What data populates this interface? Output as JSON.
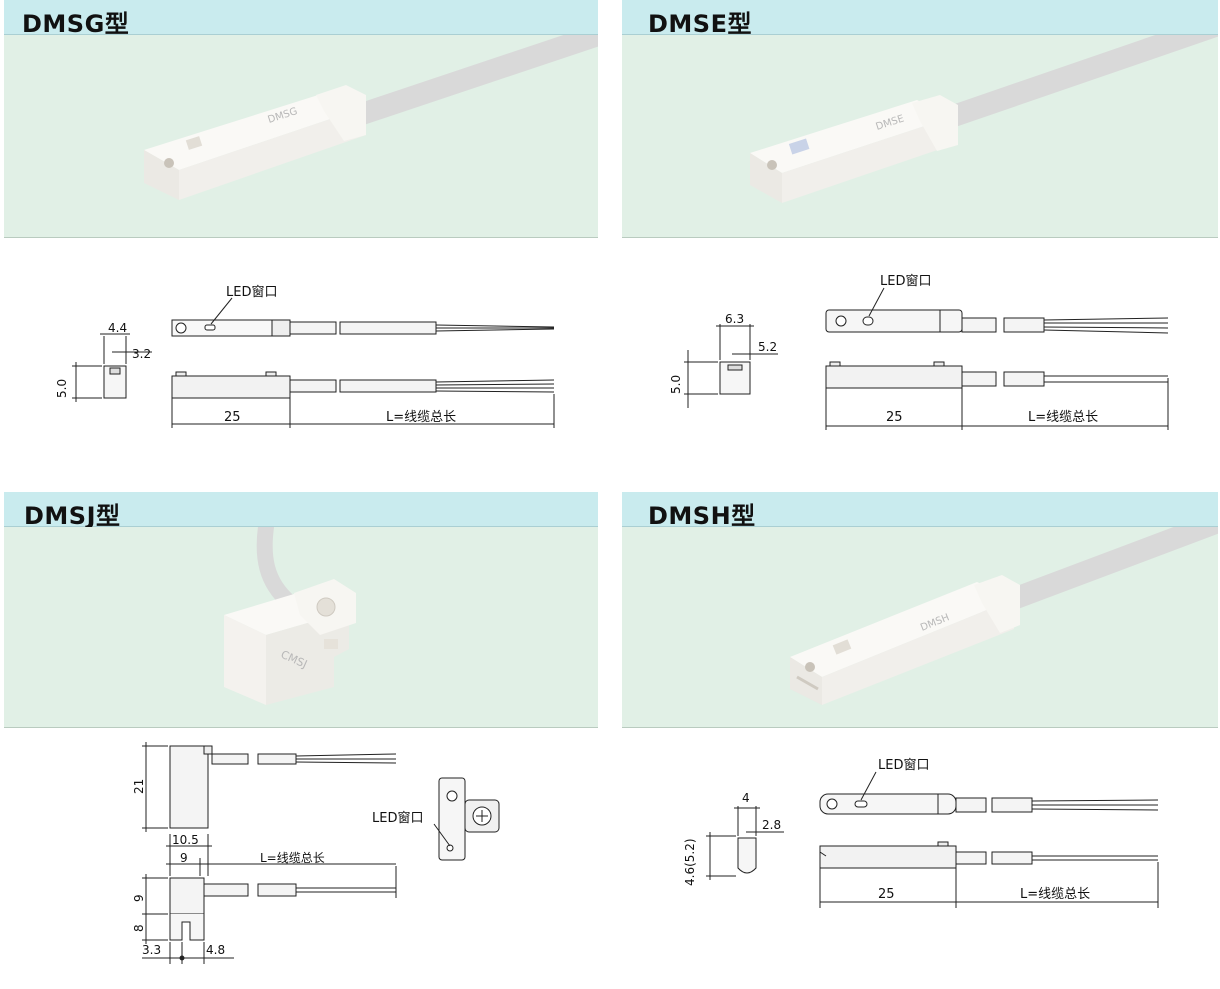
{
  "panels": {
    "dmsg": {
      "title": "DMSG型",
      "product_label": "DMSG",
      "led_label": "LED窗口",
      "dims": {
        "width": "4.4",
        "offset": "3.2",
        "height": "5.0",
        "body_length": "25",
        "cable_length": "L=线缆总长"
      }
    },
    "dmse": {
      "title": "DMSE型",
      "product_label": "DMSE",
      "led_label": "LED窗口",
      "dims": {
        "width": "6.3",
        "offset": "5.2",
        "height": "5.0",
        "body_length": "25",
        "cable_length": "L=线缆总长"
      }
    },
    "dmsj": {
      "title": "DMSJ型",
      "product_label": "CMSJ",
      "led_label": "LED窗口",
      "dims": {
        "height_21": "21",
        "width_10_5": "10.5",
        "width_9": "9",
        "height_9": "9",
        "height_8": "8",
        "bottom_3_3": "3.3",
        "bottom_4_8": "4.8",
        "cable_length": "L=线缆总长"
      }
    },
    "dmsh": {
      "title": "DMSH型",
      "product_label": "DMSH",
      "led_label": "LED窗口",
      "dims": {
        "width": "4",
        "offset": "2.8",
        "height": "4.6(5.2)",
        "body_length": "25",
        "cable_length": "L=线缆总长"
      }
    }
  },
  "colors": {
    "header_bg": "#c9ebee",
    "photo_bg": "#e1f0e6",
    "sensor_body": "#f4f2ee",
    "cable": "#d8d8d8"
  }
}
